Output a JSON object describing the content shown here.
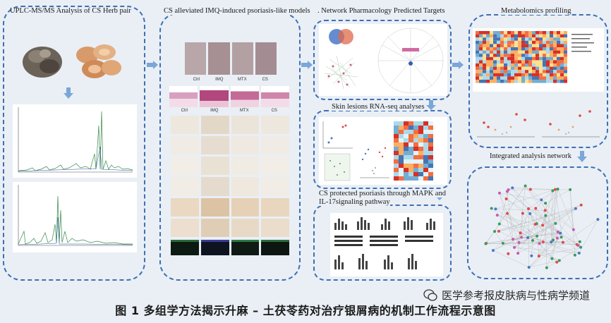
{
  "titles": {
    "uplc": "UPLC-MS/MS Analysis of CS Herb pair",
    "models": "CS alleviated IMQ-induced psoriasis-like models",
    "network": ". Network Pharmacology Predicted Targets",
    "metabolomics": "Metabolomics profiling",
    "rnaseq": "Skin lesions RNA-seq analyses",
    "integrated": "Integrated analysis network",
    "protected_line1": "CS protected psoriasis through MAPK and",
    "protected_line2": "IL-17signaling pathway"
  },
  "group_labels": [
    "Ctrl",
    "IMQ",
    "MTX",
    "CS"
  ],
  "watermark": "医学参考报皮肤病与性病学频道",
  "caption": "图 1  多组学方法揭示升麻 – 土茯苓药对治疗银屑病的机制工作流程示意图",
  "colors": {
    "panel_border": "#3f6fb5",
    "arrow": "#7aa6d8",
    "background": "#e9eff5"
  }
}
